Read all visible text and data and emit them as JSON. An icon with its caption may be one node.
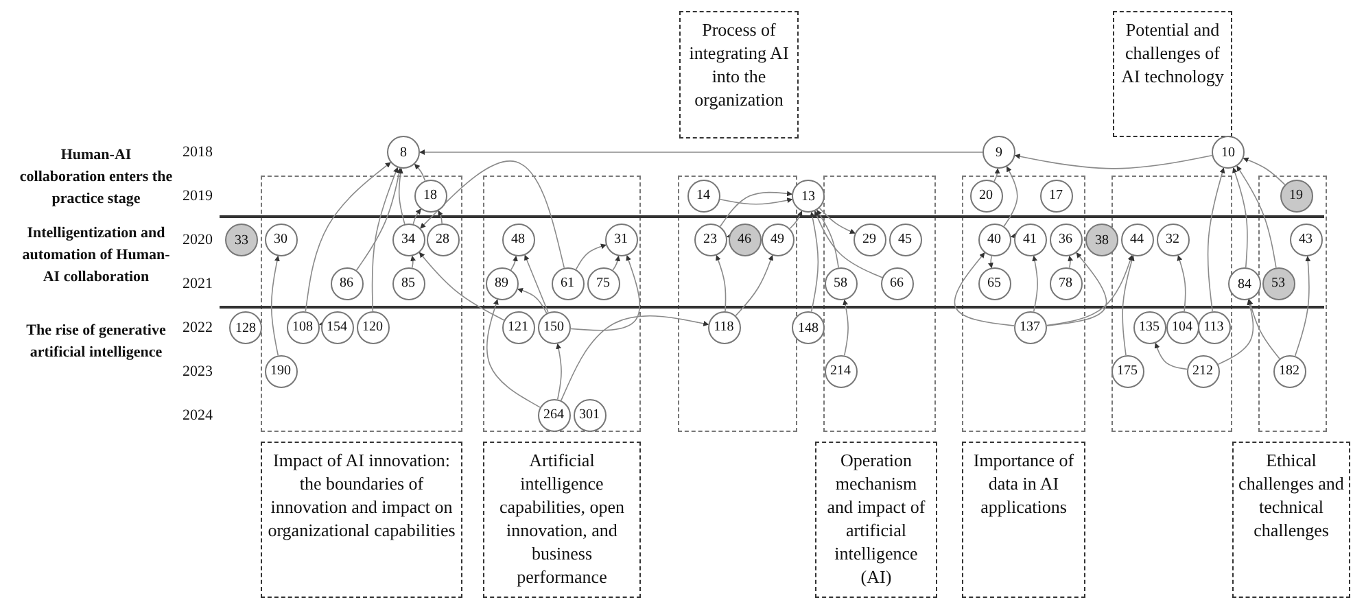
{
  "diagram": {
    "nodes": [
      {
        "text": [
          "Process of integrating AI into the organization"
        ]
      },
      {
        "text": [
          "Potential and challenges of AI technology"
        ]
      },
      {
        "text": [],
        "shape": "box"
      },
      {
        "text": [],
        "shape": "box"
      },
      {
        "text": [],
        "shape": "box"
      },
      {
        "text": [],
        "shape": "box"
      },
      {
        "text": [],
        "shape": "box"
      },
      {
        "text": [],
        "shape": "box"
      },
      {
        "text": [],
        "shape": "box"
      },
      {
        "text": [
          "8"
        ]
      },
      {
        "text": [
          "9"
        ]
      },
      {
        "text": [
          "10"
        ]
      },
      {
        "text": [
          "18"
        ],
        "in": 2
      },
      {
        "text": [
          "14"
        ],
        "in": 4
      },
      {
        "text": [
          "13"
        ]
      },
      {
        "text": [
          "20"
        ],
        "in": 6
      },
      {
        "text": [
          "17"
        ],
        "in": 6
      },
      {
        "text": [
          "19"
        ],
        "in": 8
      },
      {
        "text": [
          "33"
        ]
      },
      {
        "text": [
          "30"
        ],
        "in": 2
      },
      {
        "text": [
          "34"
        ],
        "in": 2
      },
      {
        "text": [
          "28"
        ],
        "in": 2
      },
      {
        "text": [
          "48"
        ],
        "in": 3
      },
      {
        "text": [
          "31"
        ],
        "in": 3
      },
      {
        "text": [
          "23"
        ],
        "in": 4
      },
      {
        "text": [
          "46"
        ],
        "in": 4
      },
      {
        "text": [
          "49"
        ],
        "in": 4
      },
      {
        "text": [
          "29"
        ],
        "in": 5
      },
      {
        "text": [
          "45"
        ],
        "in": 5
      },
      {
        "text": [
          "40"
        ],
        "in": 6
      },
      {
        "text": [
          "41"
        ],
        "in": 6
      },
      {
        "text": [
          "36"
        ],
        "in": 6
      },
      {
        "text": [
          "38"
        ]
      },
      {
        "text": [
          "44"
        ],
        "in": 7
      },
      {
        "text": [
          "32"
        ],
        "in": 7
      },
      {
        "text": [
          "43"
        ],
        "in": 8
      },
      {
        "text": [
          "86"
        ],
        "in": 2
      },
      {
        "text": [
          "85"
        ],
        "in": 2
      },
      {
        "text": [
          "89"
        ],
        "in": 3
      },
      {
        "text": [
          "61"
        ],
        "in": 3
      },
      {
        "text": [
          "75"
        ],
        "in": 3
      },
      {
        "text": [
          "58"
        ],
        "in": 5
      },
      {
        "text": [
          "66"
        ],
        "in": 5
      },
      {
        "text": [
          "65"
        ],
        "in": 6
      },
      {
        "text": [
          "78"
        ],
        "in": 6
      },
      {
        "text": [
          "84"
        ]
      },
      {
        "text": [
          "53"
        ],
        "in": 8
      },
      {
        "text": [
          "128"
        ]
      },
      {
        "text": [
          "108"
        ],
        "in": 2
      },
      {
        "text": [
          "154"
        ],
        "in": 2
      },
      {
        "text": [
          "120"
        ],
        "in": 2
      },
      {
        "text": [
          "121"
        ],
        "in": 3
      },
      {
        "text": [
          "150"
        ],
        "in": 3
      },
      {
        "text": [
          "118"
        ],
        "in": 4
      },
      {
        "text": [
          "148"
        ]
      },
      {
        "text": [
          "137"
        ],
        "in": 6
      },
      {
        "text": [
          "135"
        ],
        "in": 7
      },
      {
        "text": [
          "104"
        ],
        "in": 7
      },
      {
        "text": [
          "113"
        ],
        "in": 7
      },
      {
        "text": [
          "190"
        ],
        "in": 2
      },
      {
        "text": [
          "214"
        ],
        "in": 5
      },
      {
        "text": [
          "175"
        ],
        "in": 7
      },
      {
        "text": [
          "212"
        ],
        "in": 7
      },
      {
        "text": [
          "182"
        ],
        "in": 8
      },
      {
        "text": [
          "264"
        ],
        "in": 3
      },
      {
        "text": [
          "301"
        ],
        "in": 3
      },
      {
        "text": [
          "Impact of AI innovation: the boundaries of innovation and impact on organizational capabilities"
        ]
      },
      {
        "text": [
          "Artificial intelligence capabilities, open innovation, and business performance"
        ]
      },
      {
        "text": [
          "Operation mechanism and impact of artificial intelligence (AI)"
        ]
      },
      {
        "text": [
          "Importance of data in AI applications"
        ]
      },
      {
        "text": [
          "Ethical challenges and technical challenges"
        ]
      }
    ],
    "edges": [
      {
        "from": 12,
        "to": 9,
        "arrow": "to"
      },
      {
        "from": 20,
        "to": 9,
        "arrow": "to"
      },
      {
        "from": 36,
        "to": 9,
        "arrow": "to"
      },
      {
        "from": 48,
        "to": 9,
        "arrow": "to"
      },
      {
        "from": 50,
        "to": 9,
        "arrow": "to"
      },
      {
        "from": 37,
        "to": 20,
        "arrow": "to"
      },
      {
        "from": 49,
        "to": 48,
        "arrow": "to"
      },
      {
        "from": 59,
        "to": 19,
        "arrow": "to"
      },
      {
        "from": 21,
        "to": 12,
        "arrow": "to"
      },
      {
        "from": 20,
        "to": 12,
        "arrow": "to"
      },
      {
        "from": 10,
        "to": 9,
        "arrow": "to"
      },
      {
        "from": 52,
        "to": 38,
        "arrow": "to"
      },
      {
        "from": 52,
        "to": 22,
        "arrow": "to"
      },
      {
        "from": 38,
        "to": 22,
        "arrow": "to"
      },
      {
        "from": 64,
        "to": 52,
        "arrow": "to"
      },
      {
        "from": 64,
        "to": 38,
        "arrow": "to"
      },
      {
        "from": 64,
        "to": 53,
        "arrow": "to"
      },
      {
        "from": 52,
        "to": 23,
        "arrow": "to"
      },
      {
        "from": 39,
        "to": 23,
        "arrow": "to"
      },
      {
        "from": 40,
        "to": 23,
        "arrow": "to"
      },
      {
        "from": 39,
        "to": 20,
        "arrow": "to"
      },
      {
        "from": 53,
        "to": 24,
        "arrow": "to"
      },
      {
        "from": 53,
        "to": 26,
        "arrow": "to"
      },
      {
        "from": 25,
        "to": 24,
        "arrow": "to"
      },
      {
        "from": 54,
        "to": 14,
        "arrow": "to"
      },
      {
        "from": 60,
        "to": 41,
        "arrow": "to"
      },
      {
        "from": 41,
        "to": 14,
        "arrow": "to"
      },
      {
        "from": 26,
        "to": 14,
        "arrow": "to"
      },
      {
        "from": 13,
        "to": 14,
        "arrow": "to"
      },
      {
        "from": 14,
        "to": 27,
        "arrow": "to"
      },
      {
        "from": 42,
        "to": 14,
        "arrow": "to"
      },
      {
        "from": 15,
        "to": 10,
        "arrow": "to"
      },
      {
        "from": 29,
        "to": 10,
        "arrow": "to"
      },
      {
        "from": 30,
        "to": 29,
        "arrow": "to"
      },
      {
        "from": 29,
        "to": 43,
        "arrow": "to"
      },
      {
        "from": 55,
        "to": 29,
        "arrow": "to"
      },
      {
        "from": 55,
        "to": 30,
        "arrow": "to"
      },
      {
        "from": 44,
        "to": 31,
        "arrow": "to"
      },
      {
        "from": 55,
        "to": 31,
        "arrow": "to"
      },
      {
        "from": 55,
        "to": 33,
        "arrow": "to"
      },
      {
        "from": 61,
        "to": 33,
        "arrow": "to"
      },
      {
        "from": 57,
        "to": 34,
        "arrow": "to"
      },
      {
        "from": 62,
        "to": 56,
        "arrow": "to"
      },
      {
        "from": 62,
        "to": 45,
        "arrow": "to"
      },
      {
        "from": 63,
        "to": 45,
        "arrow": "to"
      },
      {
        "from": 63,
        "to": 35,
        "arrow": "to"
      },
      {
        "from": 17,
        "to": 11,
        "arrow": "to"
      },
      {
        "from": 46,
        "to": 11,
        "arrow": "to"
      },
      {
        "from": 45,
        "to": 11,
        "arrow": "to"
      },
      {
        "from": 58,
        "to": 11,
        "arrow": "to"
      },
      {
        "from": 24,
        "to": 14,
        "arrow": "to"
      },
      {
        "from": 51,
        "to": 20,
        "arrow": "to"
      },
      {
        "from": 11,
        "to": 10,
        "arrow": "to"
      }
    ],
    "labels": [
      "Human-AI collaboration enters the practice stage",
      "2018",
      "2019",
      "Intelligentization and automation of Human-AI collaboration",
      "2020",
      "2021",
      "The rise of generative artificial intelligence",
      "2022",
      "2023",
      "2024"
    ]
  }
}
